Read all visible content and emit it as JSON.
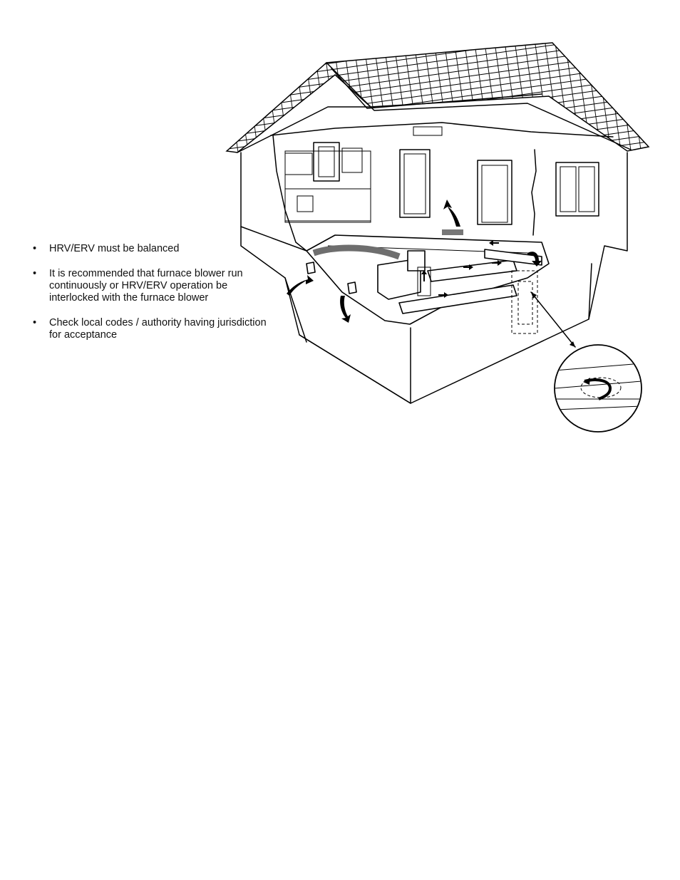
{
  "notes": [
    {
      "bullet": "•",
      "text": "HRV/ERV must be balanced"
    },
    {
      "bullet": "•",
      "text": "It is recommended that furnace blower run continuously or HRV/ERV operation be interlocked with the furnace blower"
    },
    {
      "bullet": "•",
      "text": "Check local codes / authority having jurisdiction for acceptance"
    }
  ],
  "icons": {
    "house": "house-cutaway-illustration",
    "detail": "magnifier-detail-circle",
    "hrv": "hrv-erv-unit",
    "furnace": "furnace-unit"
  }
}
